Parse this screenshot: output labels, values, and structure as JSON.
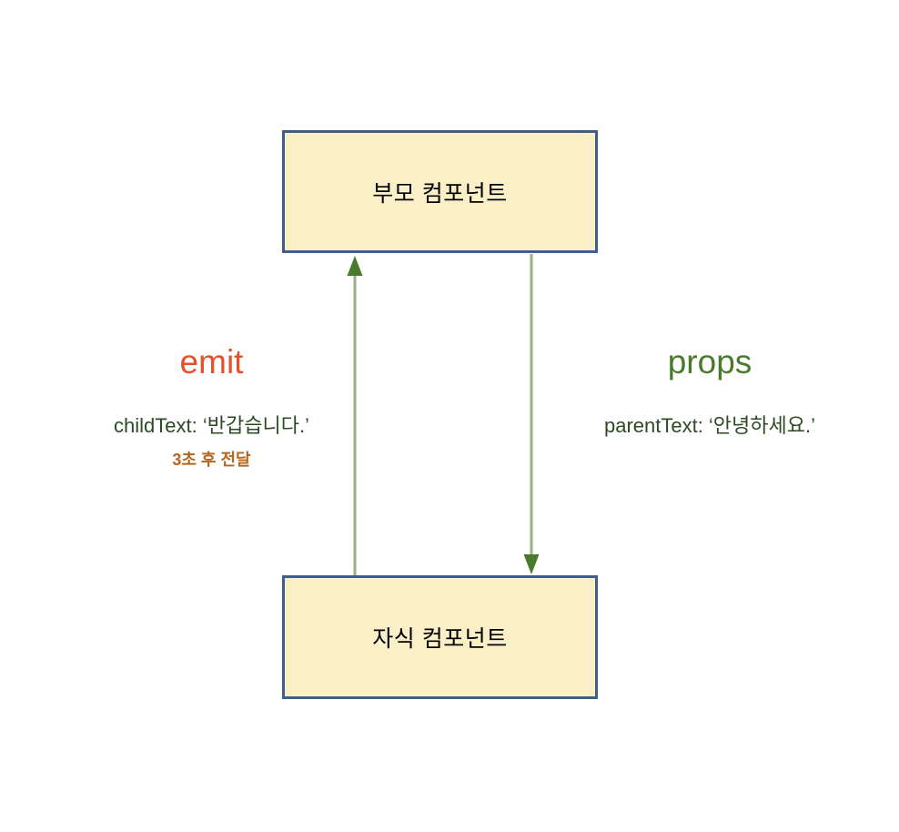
{
  "diagram": {
    "type": "component-communication-flow",
    "background_color": "#FFFFFF",
    "nodes": [
      {
        "id": "parent",
        "label": "부모 컴포넌트",
        "fill_color": "#FBEFC8",
        "border_color": "#3F5E8C"
      },
      {
        "id": "child",
        "label": "자식 컴포넌트",
        "fill_color": "#FBEFC8",
        "border_color": "#3F5E8C"
      }
    ],
    "flows": {
      "emit": {
        "title": "emit",
        "title_color": "#E8502A",
        "detail": "childText: ‘반갑습니다.’",
        "detail_color": "#2D4A23",
        "note": "3초 후 전달",
        "note_color": "#B5651D",
        "direction": "child-to-parent",
        "line_color": "#96B183",
        "arrowhead_color": "#4A7B2C"
      },
      "props": {
        "title": "props",
        "title_color": "#4A7B2C",
        "detail": "parentText: ‘안녕하세요.’",
        "detail_color": "#2D4A23",
        "direction": "parent-to-child",
        "line_color": "#96B183",
        "arrowhead_color": "#4A7B2C"
      }
    }
  }
}
